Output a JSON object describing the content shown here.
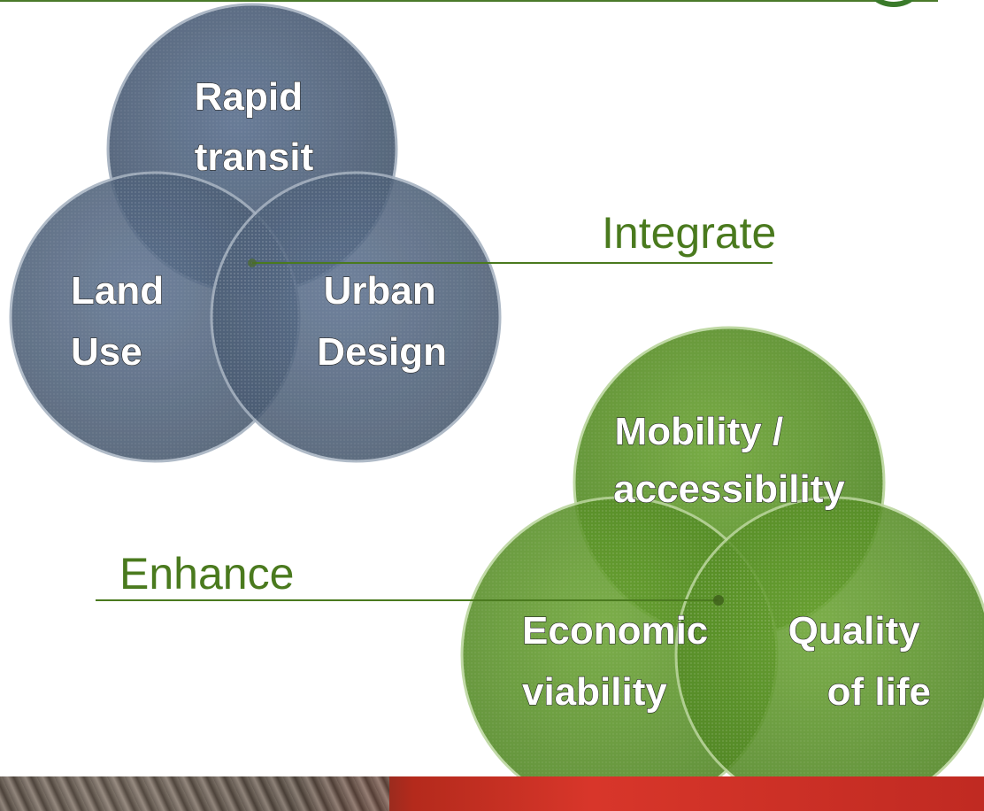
{
  "diagram": {
    "integrate": {
      "label": "Integrate",
      "circles": [
        {
          "id": "rapid",
          "lines": [
            "Rapid",
            "transit"
          ]
        },
        {
          "id": "land",
          "lines": [
            "Land",
            "Use"
          ]
        },
        {
          "id": "urban",
          "lines": [
            "Urban",
            "Design"
          ]
        }
      ],
      "color": "#3d5270"
    },
    "enhance": {
      "label": "Enhance",
      "circles": [
        {
          "id": "mobility",
          "lines": [
            "Mobility /",
            "accessibility"
          ]
        },
        {
          "id": "economic",
          "lines": [
            "Economic",
            "viability"
          ]
        },
        {
          "id": "quality",
          "lines": [
            "Quality",
            "of life"
          ]
        }
      ],
      "color": "#5e9428"
    }
  }
}
